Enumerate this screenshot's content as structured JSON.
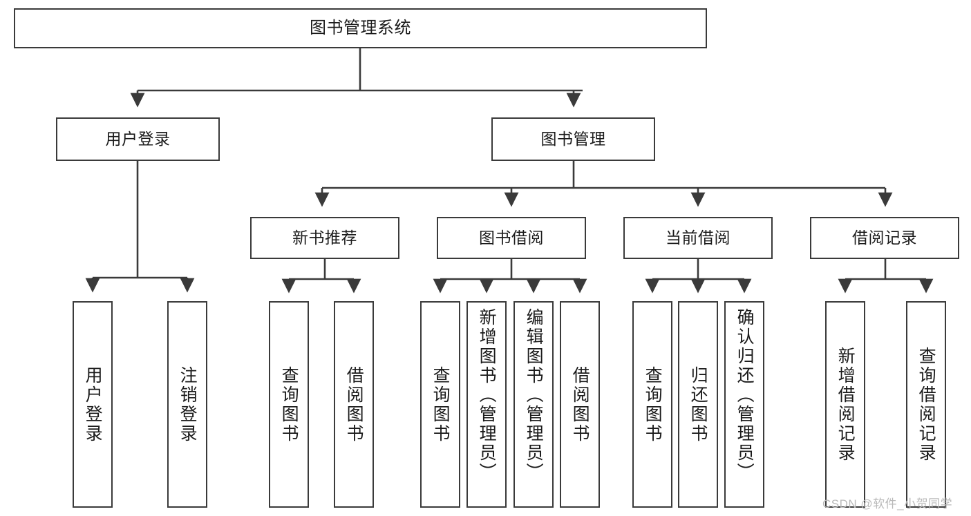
{
  "diagram": {
    "title": "图书管理系统",
    "type": "tree-hierarchy",
    "style": {
      "box_border_color": "#3a3a3a",
      "box_fill": "#ffffff",
      "connector_color": "#3a3a3a",
      "text_color": "#1b1b1b",
      "background": "#ffffff"
    },
    "root": {
      "id": "root",
      "label": "图书管理系统"
    },
    "level1": [
      {
        "id": "user-login",
        "label": "用户登录"
      },
      {
        "id": "book-management",
        "label": "图书管理"
      }
    ],
    "level2": [
      {
        "id": "new-book-recommend",
        "label": "新书推荐",
        "parent": "book-management"
      },
      {
        "id": "book-borrow",
        "label": "图书借阅",
        "parent": "book-management"
      },
      {
        "id": "current-borrow",
        "label": "当前借阅",
        "parent": "book-management"
      },
      {
        "id": "borrow-record",
        "label": "借阅记录",
        "parent": "book-management"
      }
    ],
    "leaves": {
      "user_login": [
        {
          "id": "leaf-user-login",
          "label": "用户登录"
        },
        {
          "id": "leaf-logout",
          "label": "注销登录"
        }
      ],
      "new_book_recommend": [
        {
          "id": "leaf-query-book-1",
          "label": "查询图书"
        },
        {
          "id": "leaf-borrow-book-1",
          "label": "借阅图书"
        }
      ],
      "book_borrow": [
        {
          "id": "leaf-query-book-2",
          "label": "查询图书"
        },
        {
          "id": "leaf-add-book",
          "label": "新增图书（管理员）"
        },
        {
          "id": "leaf-edit-book",
          "label": "编辑图书（管理员）"
        },
        {
          "id": "leaf-borrow-book-2",
          "label": "借阅图书"
        }
      ],
      "current_borrow": [
        {
          "id": "leaf-query-book-3",
          "label": "查询图书"
        },
        {
          "id": "leaf-return-book",
          "label": "归还图书"
        },
        {
          "id": "leaf-confirm-return",
          "label": "确认归还（管理员）"
        }
      ],
      "borrow_record": [
        {
          "id": "leaf-add-record",
          "label": "新增借阅记录"
        },
        {
          "id": "leaf-query-record",
          "label": "查询借阅记录"
        }
      ]
    }
  },
  "watermark": {
    "text": "CSDN @软件_小贺同学"
  }
}
